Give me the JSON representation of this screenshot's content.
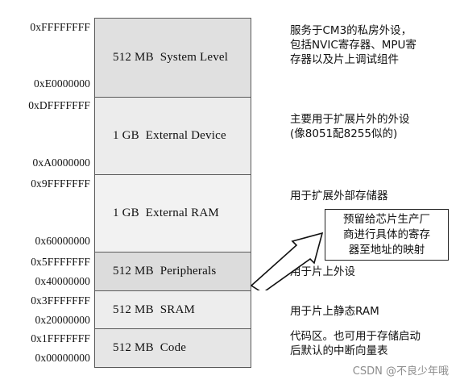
{
  "memory_map": {
    "regions": [
      {
        "label": "512 MB  System Level",
        "start": "0xE0000000",
        "end": "0xFFFFFFFF",
        "fill": "#e0e0e0"
      },
      {
        "label": "1 GB  External Device",
        "start": "0xA0000000",
        "end": "0xDFFFFFFF",
        "fill": "#ececec"
      },
      {
        "label": "1 GB  External RAM",
        "start": "0x60000000",
        "end": "0x9FFFFFFF",
        "fill": "#f2f2f2"
      },
      {
        "label": "512 MB  Peripherals",
        "start": "0x40000000",
        "end": "0x5FFFFFFF",
        "fill": "#dcdcdc"
      },
      {
        "label": "512 MB  SRAM",
        "start": "0x20000000",
        "end": "0x3FFFFFFF",
        "fill": "#ededed"
      },
      {
        "label": "512 MB  Code",
        "start": "0x00000000",
        "end": "0x1FFFFFFF",
        "fill": "#e6e6e6"
      }
    ],
    "notes": [
      "服务于CM3的私房外设，\n包括NVIC寄存器、MPU寄\n存器以及片上调试组件",
      "主要用于扩展片外的外设\n(像8051配8255似的)",
      "用于扩展外部存储器",
      "用于片上外设",
      "用于片上静态RAM",
      "代码区。也可用于存储启动\n后默认的中断向量表"
    ],
    "callout": "预留给芯片生产厂\n商进行具体的寄存\n器至地址的映射"
  },
  "watermark": "CSDN @不良少年哦"
}
